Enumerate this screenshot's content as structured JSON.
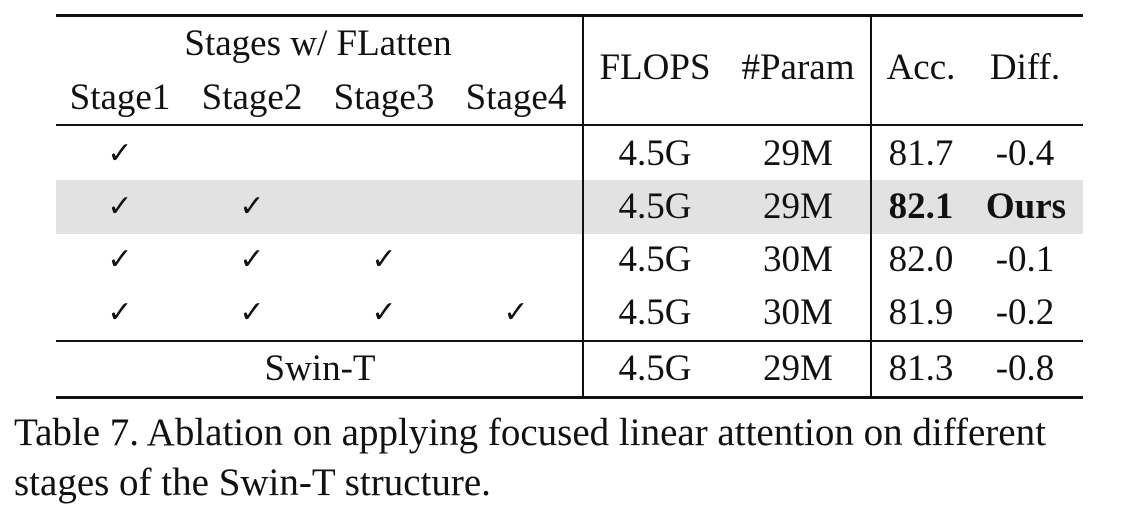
{
  "table": {
    "group_header": "Stages w/ FLatten",
    "stage_headers": [
      "Stage1",
      "Stage2",
      "Stage3",
      "Stage4"
    ],
    "metric_headers": [
      "FLOPS",
      "#Param",
      "Acc.",
      "Diff."
    ],
    "check_mark": "✓",
    "rows": [
      {
        "stages": [
          true,
          false,
          false,
          false
        ],
        "flops": "4.5G",
        "param": "29M",
        "acc": "81.7",
        "diff": "-0.4",
        "highlight": false
      },
      {
        "stages": [
          true,
          true,
          false,
          false
        ],
        "flops": "4.5G",
        "param": "29M",
        "acc": "82.1",
        "diff": "Ours",
        "highlight": true
      },
      {
        "stages": [
          true,
          true,
          true,
          false
        ],
        "flops": "4.5G",
        "param": "30M",
        "acc": "82.0",
        "diff": "-0.1",
        "highlight": false
      },
      {
        "stages": [
          true,
          true,
          true,
          true
        ],
        "flops": "4.5G",
        "param": "30M",
        "acc": "81.9",
        "diff": "-0.2",
        "highlight": false
      }
    ],
    "baseline": {
      "label": "Swin-T",
      "flops": "4.5G",
      "param": "29M",
      "acc": "81.3",
      "diff": "-0.8"
    },
    "highlight_color": "#e2e2e2"
  },
  "caption": {
    "line1": "Table 7. Ablation on applying focused linear attention on different",
    "line2": "stages of the Swin-T structure."
  }
}
